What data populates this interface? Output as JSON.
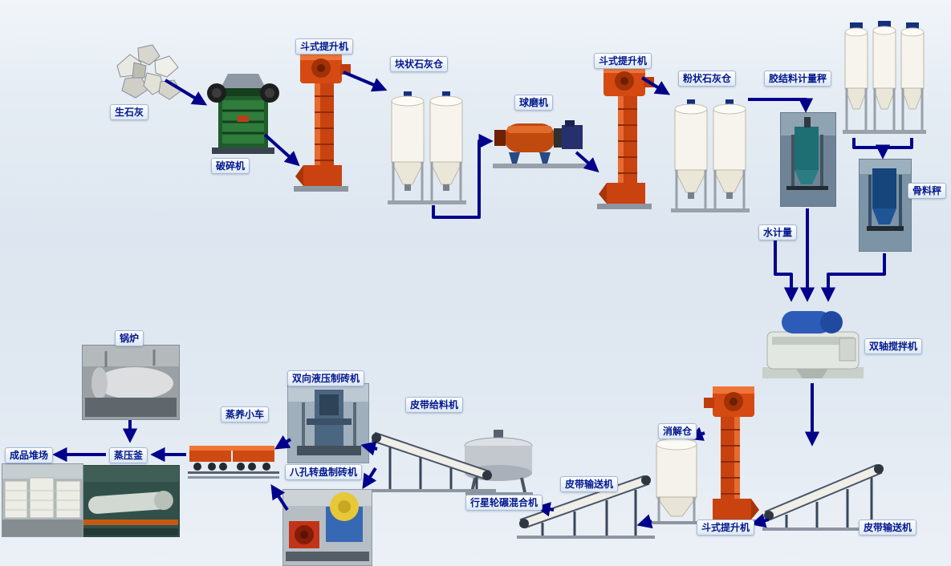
{
  "diagram": {
    "description": "Sand-lime brick production line process flow diagram",
    "colors": {
      "arrow": "#00008b",
      "label_text": "#00188f",
      "elevator_red": "#c84310",
      "silo_white": "#f6f4ec",
      "crusher_green": "#2f7c3c"
    },
    "labels": {
      "quicklime": "生石灰",
      "crusher": "破碎机",
      "bucket_elevator_1": "斗式提升机",
      "lump_lime_silo": "块状石灰仓",
      "ball_mill": "球磨机",
      "bucket_elevator_2": "斗式提升机",
      "powder_lime_silo": "粉状石灰仓",
      "binder_metering_scale": "胶结料计量秤",
      "aggregate_scale": "骨料秤",
      "water_metering": "水计量",
      "double_shaft_mixer": "双轴搅拌机",
      "digestion_silo": "消解仓",
      "bucket_elevator_3": "斗式提升机",
      "belt_conveyor_right": "皮带输送机",
      "belt_conveyor_mid": "皮带输送机",
      "belt_feeder": "皮带给料机",
      "planetary_mixer": "行星轮碾混合机",
      "hydraulic_brick_machine": "双向液压制砖机",
      "rotary_brick_machine": "八孔转盘制砖机",
      "steam_curing_trolley": "蒸养小车",
      "autoclave": "蒸压釜",
      "boiler": "锅炉",
      "product_yard": "成品堆场"
    },
    "flow_edges": [
      [
        "quicklime",
        "crusher"
      ],
      [
        "crusher",
        "bucket_elevator_1"
      ],
      [
        "bucket_elevator_1",
        "lump_lime_silo"
      ],
      [
        "lump_lime_silo",
        "ball_mill"
      ],
      [
        "ball_mill",
        "bucket_elevator_2"
      ],
      [
        "bucket_elevator_2",
        "powder_lime_silo"
      ],
      [
        "powder_lime_silo",
        "binder_metering_scale"
      ],
      [
        "binder_metering_scale",
        "double_shaft_mixer"
      ],
      [
        "aggregate_silos",
        "aggregate_scale"
      ],
      [
        "aggregate_scale",
        "double_shaft_mixer"
      ],
      [
        "water_metering",
        "double_shaft_mixer"
      ],
      [
        "double_shaft_mixer",
        "belt_conveyor_right"
      ],
      [
        "belt_conveyor_right",
        "bucket_elevator_3"
      ],
      [
        "bucket_elevator_3",
        "digestion_silo"
      ],
      [
        "digestion_silo",
        "belt_conveyor_mid"
      ],
      [
        "belt_conveyor_mid",
        "planetary_mixer"
      ],
      [
        "planetary_mixer",
        "belt_feeder"
      ],
      [
        "belt_feeder",
        "hydraulic_brick_machine"
      ],
      [
        "belt_feeder",
        "rotary_brick_machine"
      ],
      [
        "hydraulic_brick_machine",
        "steam_curing_trolley"
      ],
      [
        "rotary_brick_machine",
        "steam_curing_trolley"
      ],
      [
        "steam_curing_trolley",
        "autoclave"
      ],
      [
        "boiler",
        "autoclave"
      ],
      [
        "autoclave",
        "product_yard"
      ]
    ]
  }
}
